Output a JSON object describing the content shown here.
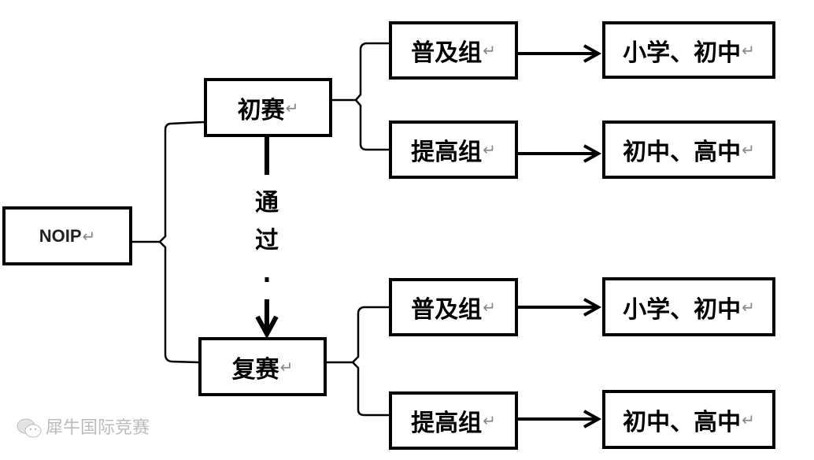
{
  "root": {
    "label": "NOIP"
  },
  "stages": [
    {
      "label": "初赛",
      "groups": [
        {
          "label": "普及组",
          "target": "小学、初中"
        },
        {
          "label": "提高组",
          "target": "初中、高中"
        }
      ]
    },
    {
      "label": "复赛",
      "groups": [
        {
          "label": "普及组",
          "target": "小学、初中"
        },
        {
          "label": "提高组",
          "target": "初中、高中"
        }
      ]
    }
  ],
  "transition": {
    "chars": [
      "通",
      "过"
    ]
  },
  "return_mark": "↵",
  "watermark": "犀牛国际竞赛"
}
